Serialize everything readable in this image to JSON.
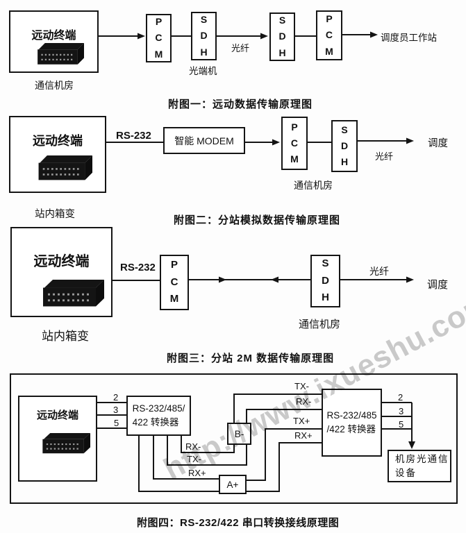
{
  "watermark": "http://www.ixueshu.com",
  "d1": {
    "caption": "附图一：远动数据传输原理图",
    "terminal_title": "远动终端",
    "terminal_caption": "通信机房",
    "pcm1": "P\nC\nM",
    "sdh1": "S\nD\nH",
    "sdh1_caption": "光端机",
    "fiber": "光纤",
    "sdh2": "S\nD\nH",
    "pcm2": "P\nC\nM",
    "dest": "调度员工作站"
  },
  "d2": {
    "caption": "附图二：分站模拟数据传输原理图",
    "terminal_title": "远动终端",
    "terminal_caption": "站内箱变",
    "rs232": "RS-232",
    "modem": "智能 MODEM",
    "pcm": "P\nC\nM",
    "sdh": "S\nD\nH",
    "room": "通信机房",
    "fiber": "光纤",
    "dest": "调度"
  },
  "d3": {
    "caption": "附图三：分站 2M 数据传输原理图",
    "terminal_title": "远动终端",
    "terminal_caption": "站内箱变",
    "rs232": "RS-232",
    "pcm": "P\nC\nM",
    "sdh": "S\nD\nH",
    "room": "通信机房",
    "fiber": "光纤",
    "dest": "调度"
  },
  "d4": {
    "caption": "附图四：RS-232/422 串口转换接线原理图",
    "terminal_title": "远动终端",
    "conv_left": "RS-232/485/\n422 转换器",
    "conv_right": "RS-232/485\n/422 转换器",
    "b_label": "B-",
    "a_label": "A+",
    "device_box": "机房光通信\n设备",
    "pins_left": [
      "2",
      "3",
      "5"
    ],
    "pins_right": [
      "2",
      "3",
      "5"
    ],
    "lower_labels": [
      "RX-",
      "TX-",
      "RX+"
    ],
    "upper_labels": [
      "TX-",
      "RX-",
      "TX+",
      "RX+"
    ]
  }
}
